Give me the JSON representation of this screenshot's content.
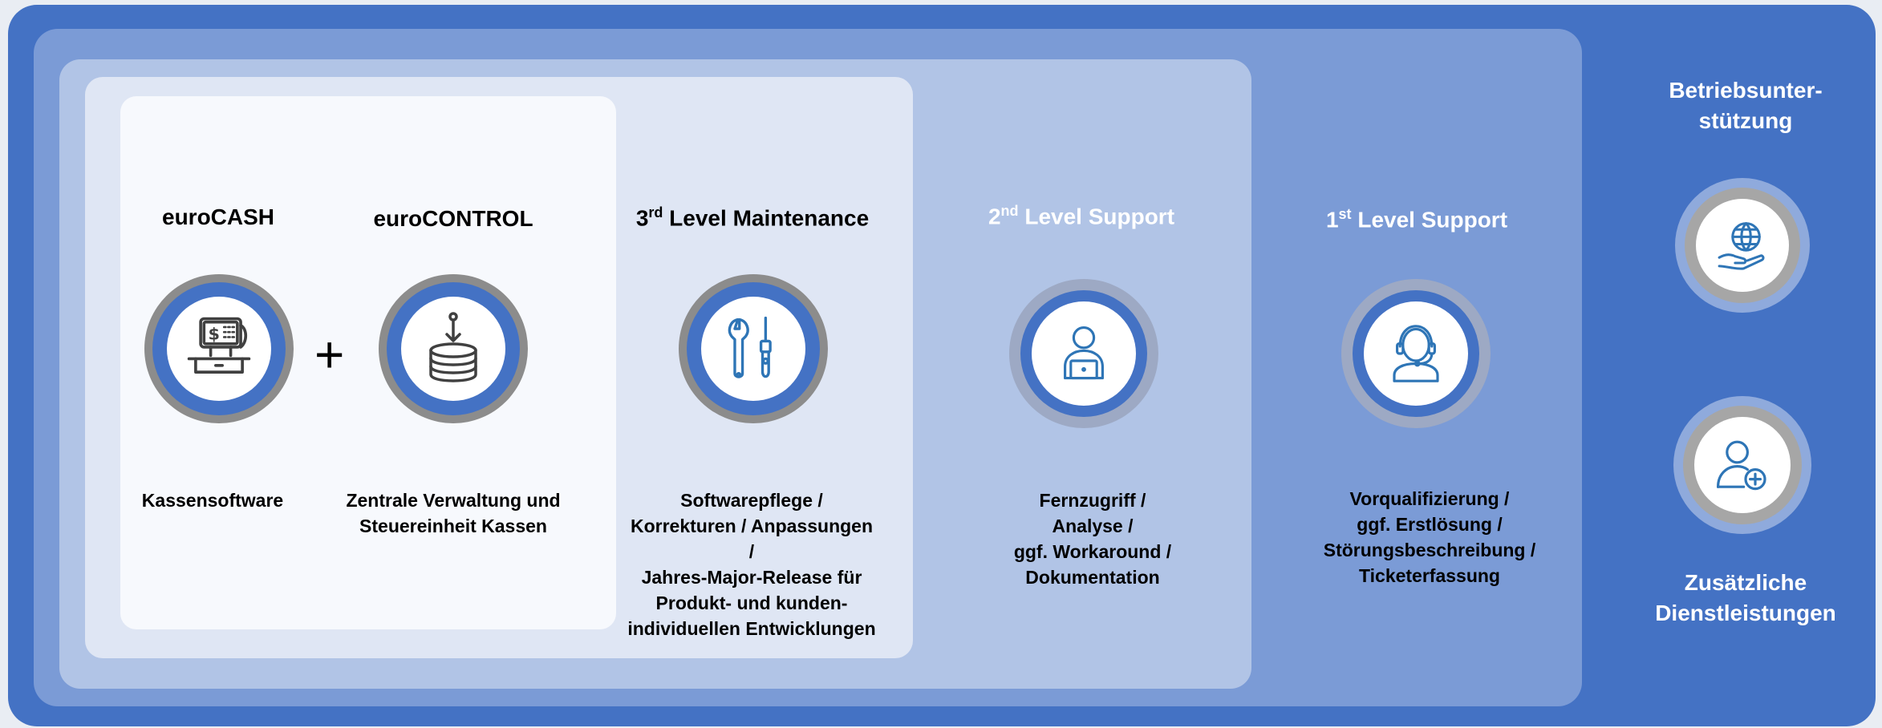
{
  "colors": {
    "outer": "#4472c4",
    "level1": "#7b9bd6",
    "level2": "#b1c4e6",
    "level3": "#dfe6f4",
    "core": "#f7f9fd",
    "icon_blue": "#2e75b6",
    "ring_blue": "#4472c4",
    "ring_gray": "#8c8c8c"
  },
  "core": {
    "eurocash": {
      "title": "euroCASH",
      "description": "Kassensoftware",
      "icon": "cash-register-icon"
    },
    "plus": "+",
    "eurocontrol": {
      "title": "euroCONTROL",
      "description_lines": [
        "Zentrale Verwaltung und",
        "Steuereinheit Kassen"
      ],
      "icon": "database-download-icon"
    }
  },
  "maintenance": {
    "title_prefix": "3",
    "title_sup": "rd",
    "title_suffix": " Level Maintenance",
    "description_lines": [
      "Softwarepflege /",
      "Korrekturen /  Anpassungen",
      "/",
      "Jahres-Major-Release für",
      "Produkt- und kunden-",
      "individuellen Entwicklungen"
    ],
    "icon": "tools-icon"
  },
  "second_level": {
    "title_prefix": "2",
    "title_sup": "nd",
    "title_suffix": " Level Support",
    "description_lines": [
      "Fernzugriff /",
      "Analyse  /",
      "ggf. Workaround /",
      "Dokumentation"
    ],
    "icon": "person-laptop-icon"
  },
  "first_level": {
    "title_prefix": "1",
    "title_sup": "st",
    "title_suffix": " Level Support",
    "description_lines": [
      "Vorqualifizierung /",
      "ggf. Erstlösung /",
      "Störungsbeschreibung  /",
      "Ticketerfassung"
    ],
    "icon": "headset-agent-icon"
  },
  "operations": {
    "title_lines": [
      "Betriebsunter-",
      "stützung"
    ],
    "icon": "globe-hand-icon"
  },
  "additional": {
    "title_lines": [
      "Zusätzliche",
      "Dienstleistungen"
    ],
    "icon": "add-user-icon"
  }
}
